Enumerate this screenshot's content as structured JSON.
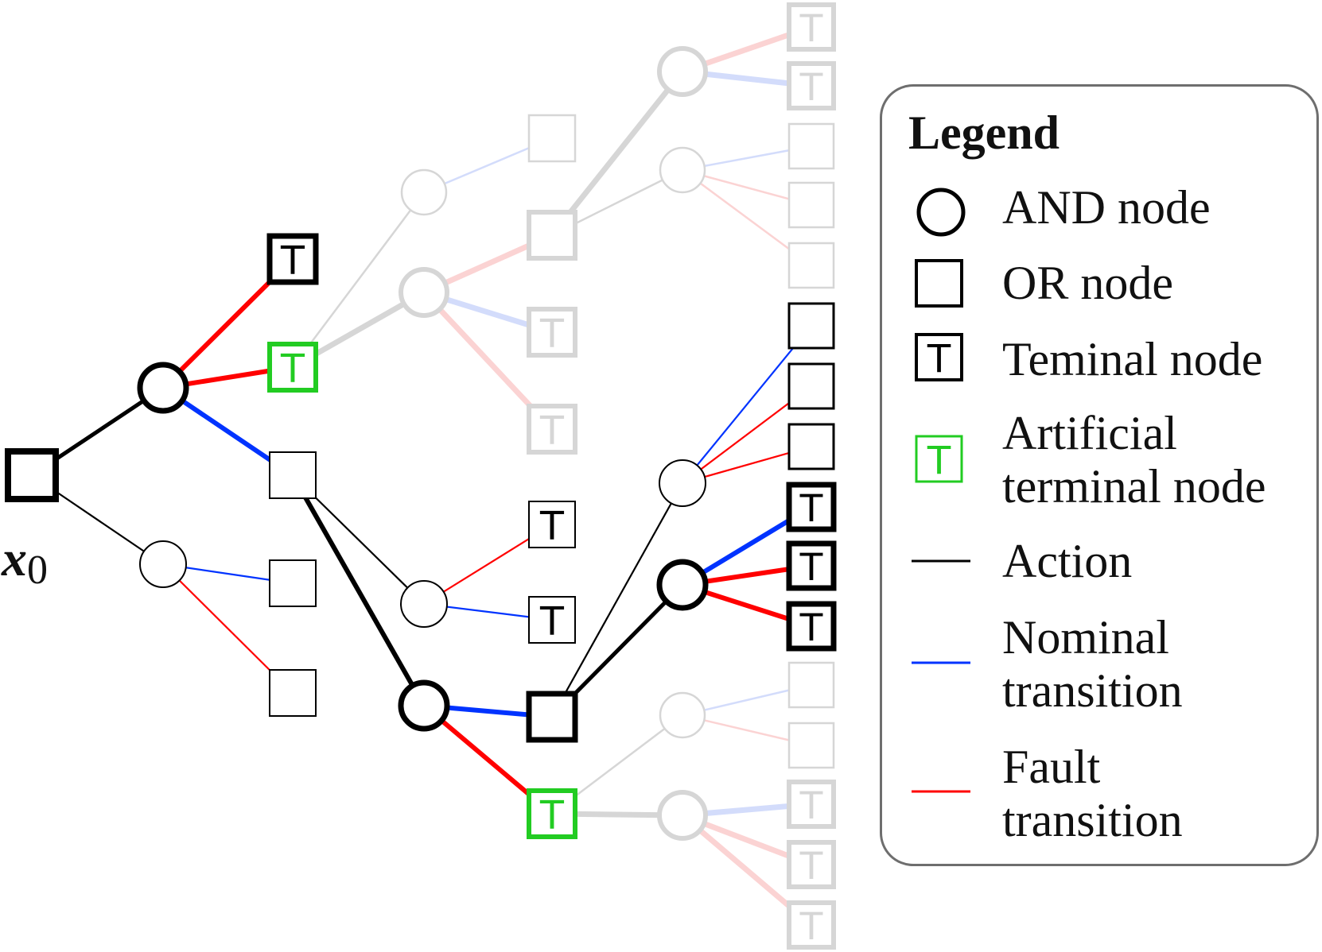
{
  "diagram": {
    "root_label": {
      "var": "x",
      "sub": "0"
    },
    "terminal_glyph": "T",
    "colors": {
      "action": "#000000",
      "nominal": "#0033ff",
      "fault": "#ff0000",
      "artificial_terminal": "#22cc22",
      "faded_gray": "#d6d6d6",
      "faded_blue": "#d3dcfb",
      "faded_red": "#fbd3d3"
    }
  },
  "legend": {
    "title": "Legend",
    "items": [
      {
        "icon": "and-node-icon",
        "label": "AND node"
      },
      {
        "icon": "or-node-icon",
        "label": "OR node"
      },
      {
        "icon": "terminal-node-icon",
        "label": "Teminal node"
      },
      {
        "icon": "artificial-terminal-node-icon",
        "label_line1": "Artificial",
        "label_line2": "terminal node"
      },
      {
        "icon": "action-line-icon",
        "label": "Action"
      },
      {
        "icon": "nominal-line-icon",
        "label_line1": "Nominal",
        "label_line2": "transition"
      },
      {
        "icon": "fault-line-icon",
        "label_line1": "Fault",
        "label_line2": "transition"
      }
    ]
  }
}
